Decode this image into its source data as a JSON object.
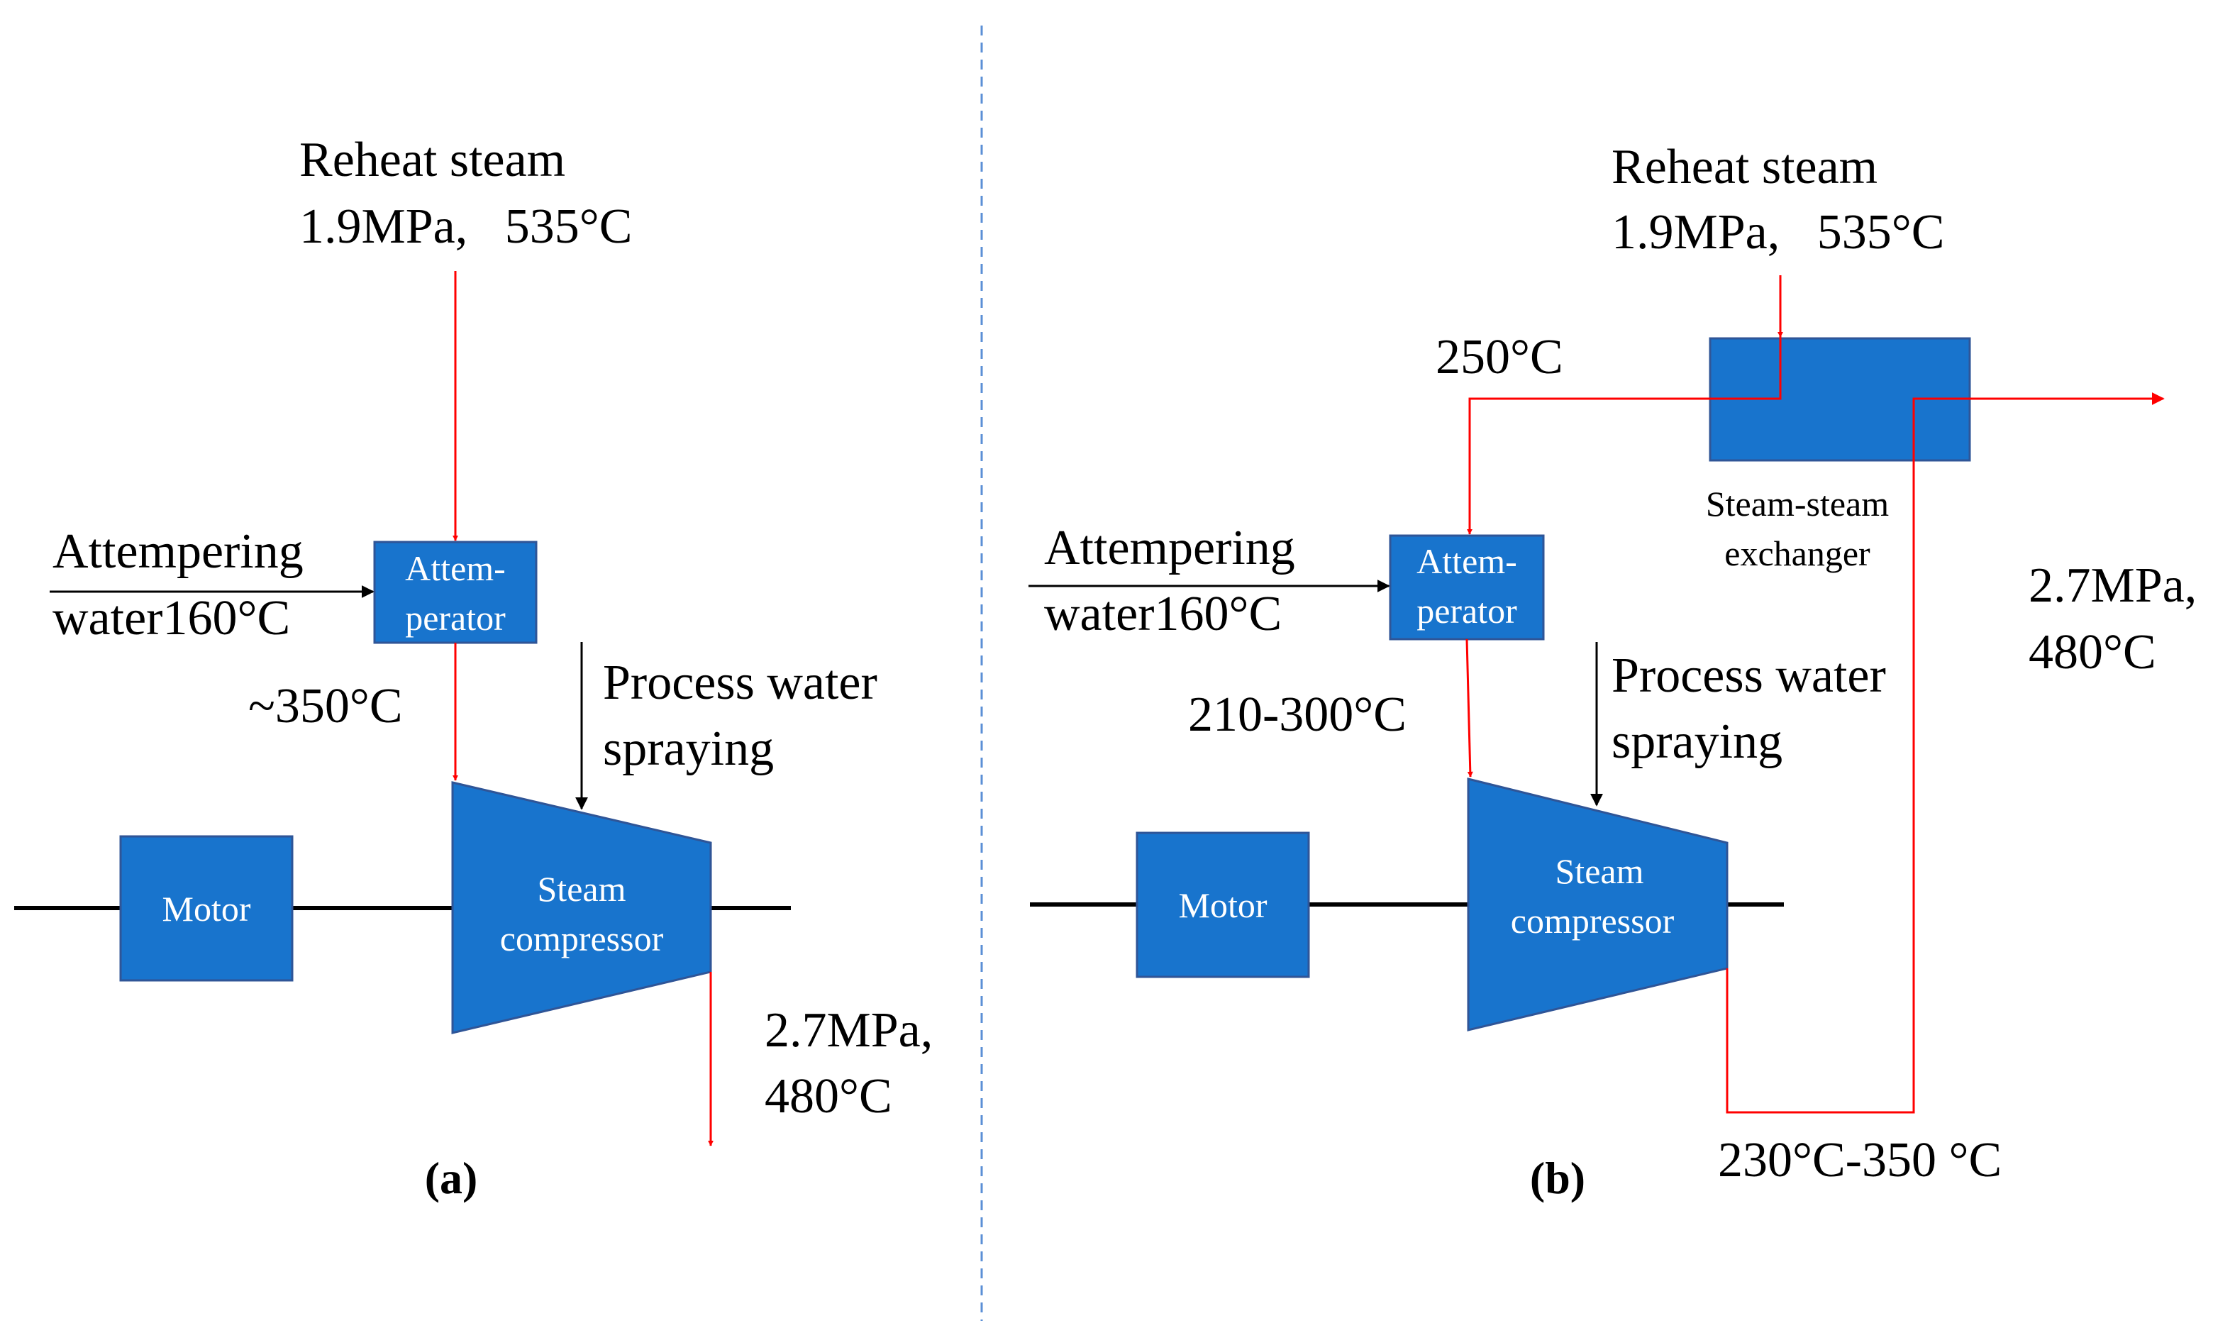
{
  "colors": {
    "box_fill": "#1874CD",
    "box_stroke": "#2F5597",
    "hot_flow": "#FF0000",
    "cold_flow": "#000000",
    "divider": "#5B8FD6"
  },
  "panel_a": {
    "reheat_label": "Reheat steam",
    "reheat_conditions": "1.9MPa,   535°C",
    "attemp_water_line1": "Attempering",
    "attemp_water_line2": "water160°C",
    "attemperator_line1": "Attem-",
    "attemperator_line2": "perator",
    "mix_temp": "~350°C",
    "process_water_line1": "Process water",
    "process_water_line2": "spraying",
    "motor": "Motor",
    "compressor_line1": "Steam",
    "compressor_line2": "compressor",
    "outlet_line1": "2.7MPa,",
    "outlet_line2": "480°C",
    "caption": "(a)"
  },
  "panel_b": {
    "reheat_label": "Reheat steam",
    "reheat_conditions": "1.9MPa,   535°C",
    "cooled_temp": "250°C",
    "exchanger_line1": "Steam-steam",
    "exchanger_line2": "exchanger",
    "attemp_water_line1": "Attempering",
    "attemp_water_line2": "water160°C",
    "attemperator_line1": "Attem-",
    "attemperator_line2": "perator",
    "mix_temp": "210-300°C",
    "process_water_line1": "Process water",
    "process_water_line2": "spraying",
    "motor": "Motor",
    "compressor_line1": "Steam",
    "compressor_line2": "compressor",
    "outlet_line1": "2.7MPa,",
    "outlet_line2": "480°C",
    "discharge_temp": "230°C-350 °C",
    "caption": "(b)"
  }
}
